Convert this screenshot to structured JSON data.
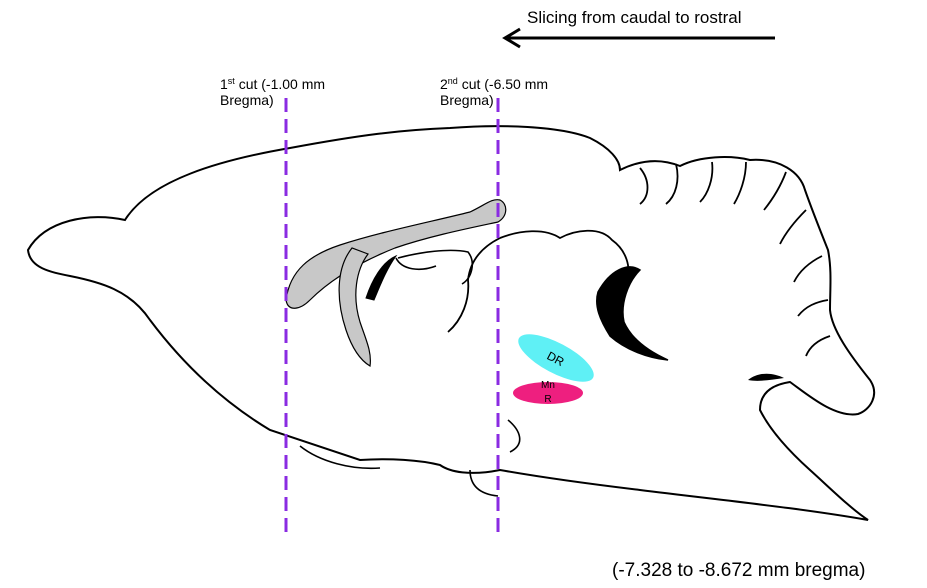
{
  "header": {
    "direction_text": "Slicing from  caudal to rostral"
  },
  "cuts": [
    {
      "ordinal": "1",
      "suffix": "st",
      "text_line1": " cut (-1.00 mm",
      "text_line2": "Bregma)"
    },
    {
      "ordinal": "2",
      "suffix": "nd",
      "text_line1": " cut (-6.50 mm",
      "text_line2": "Bregma)"
    }
  ],
  "regions": {
    "dr_label": "DR",
    "mnr_label_line1": "Mn",
    "mnr_label_line2": "R"
  },
  "footer": {
    "range_text": "(-7.328 to -8.672 mm bregma)"
  },
  "colors": {
    "cut_line": "#8a2be2",
    "dr_fill": "#5ff0f5",
    "mnr_fill": "#ee1f7f",
    "ventricle_fill": "#c8c8c8",
    "outline": "#000000"
  }
}
